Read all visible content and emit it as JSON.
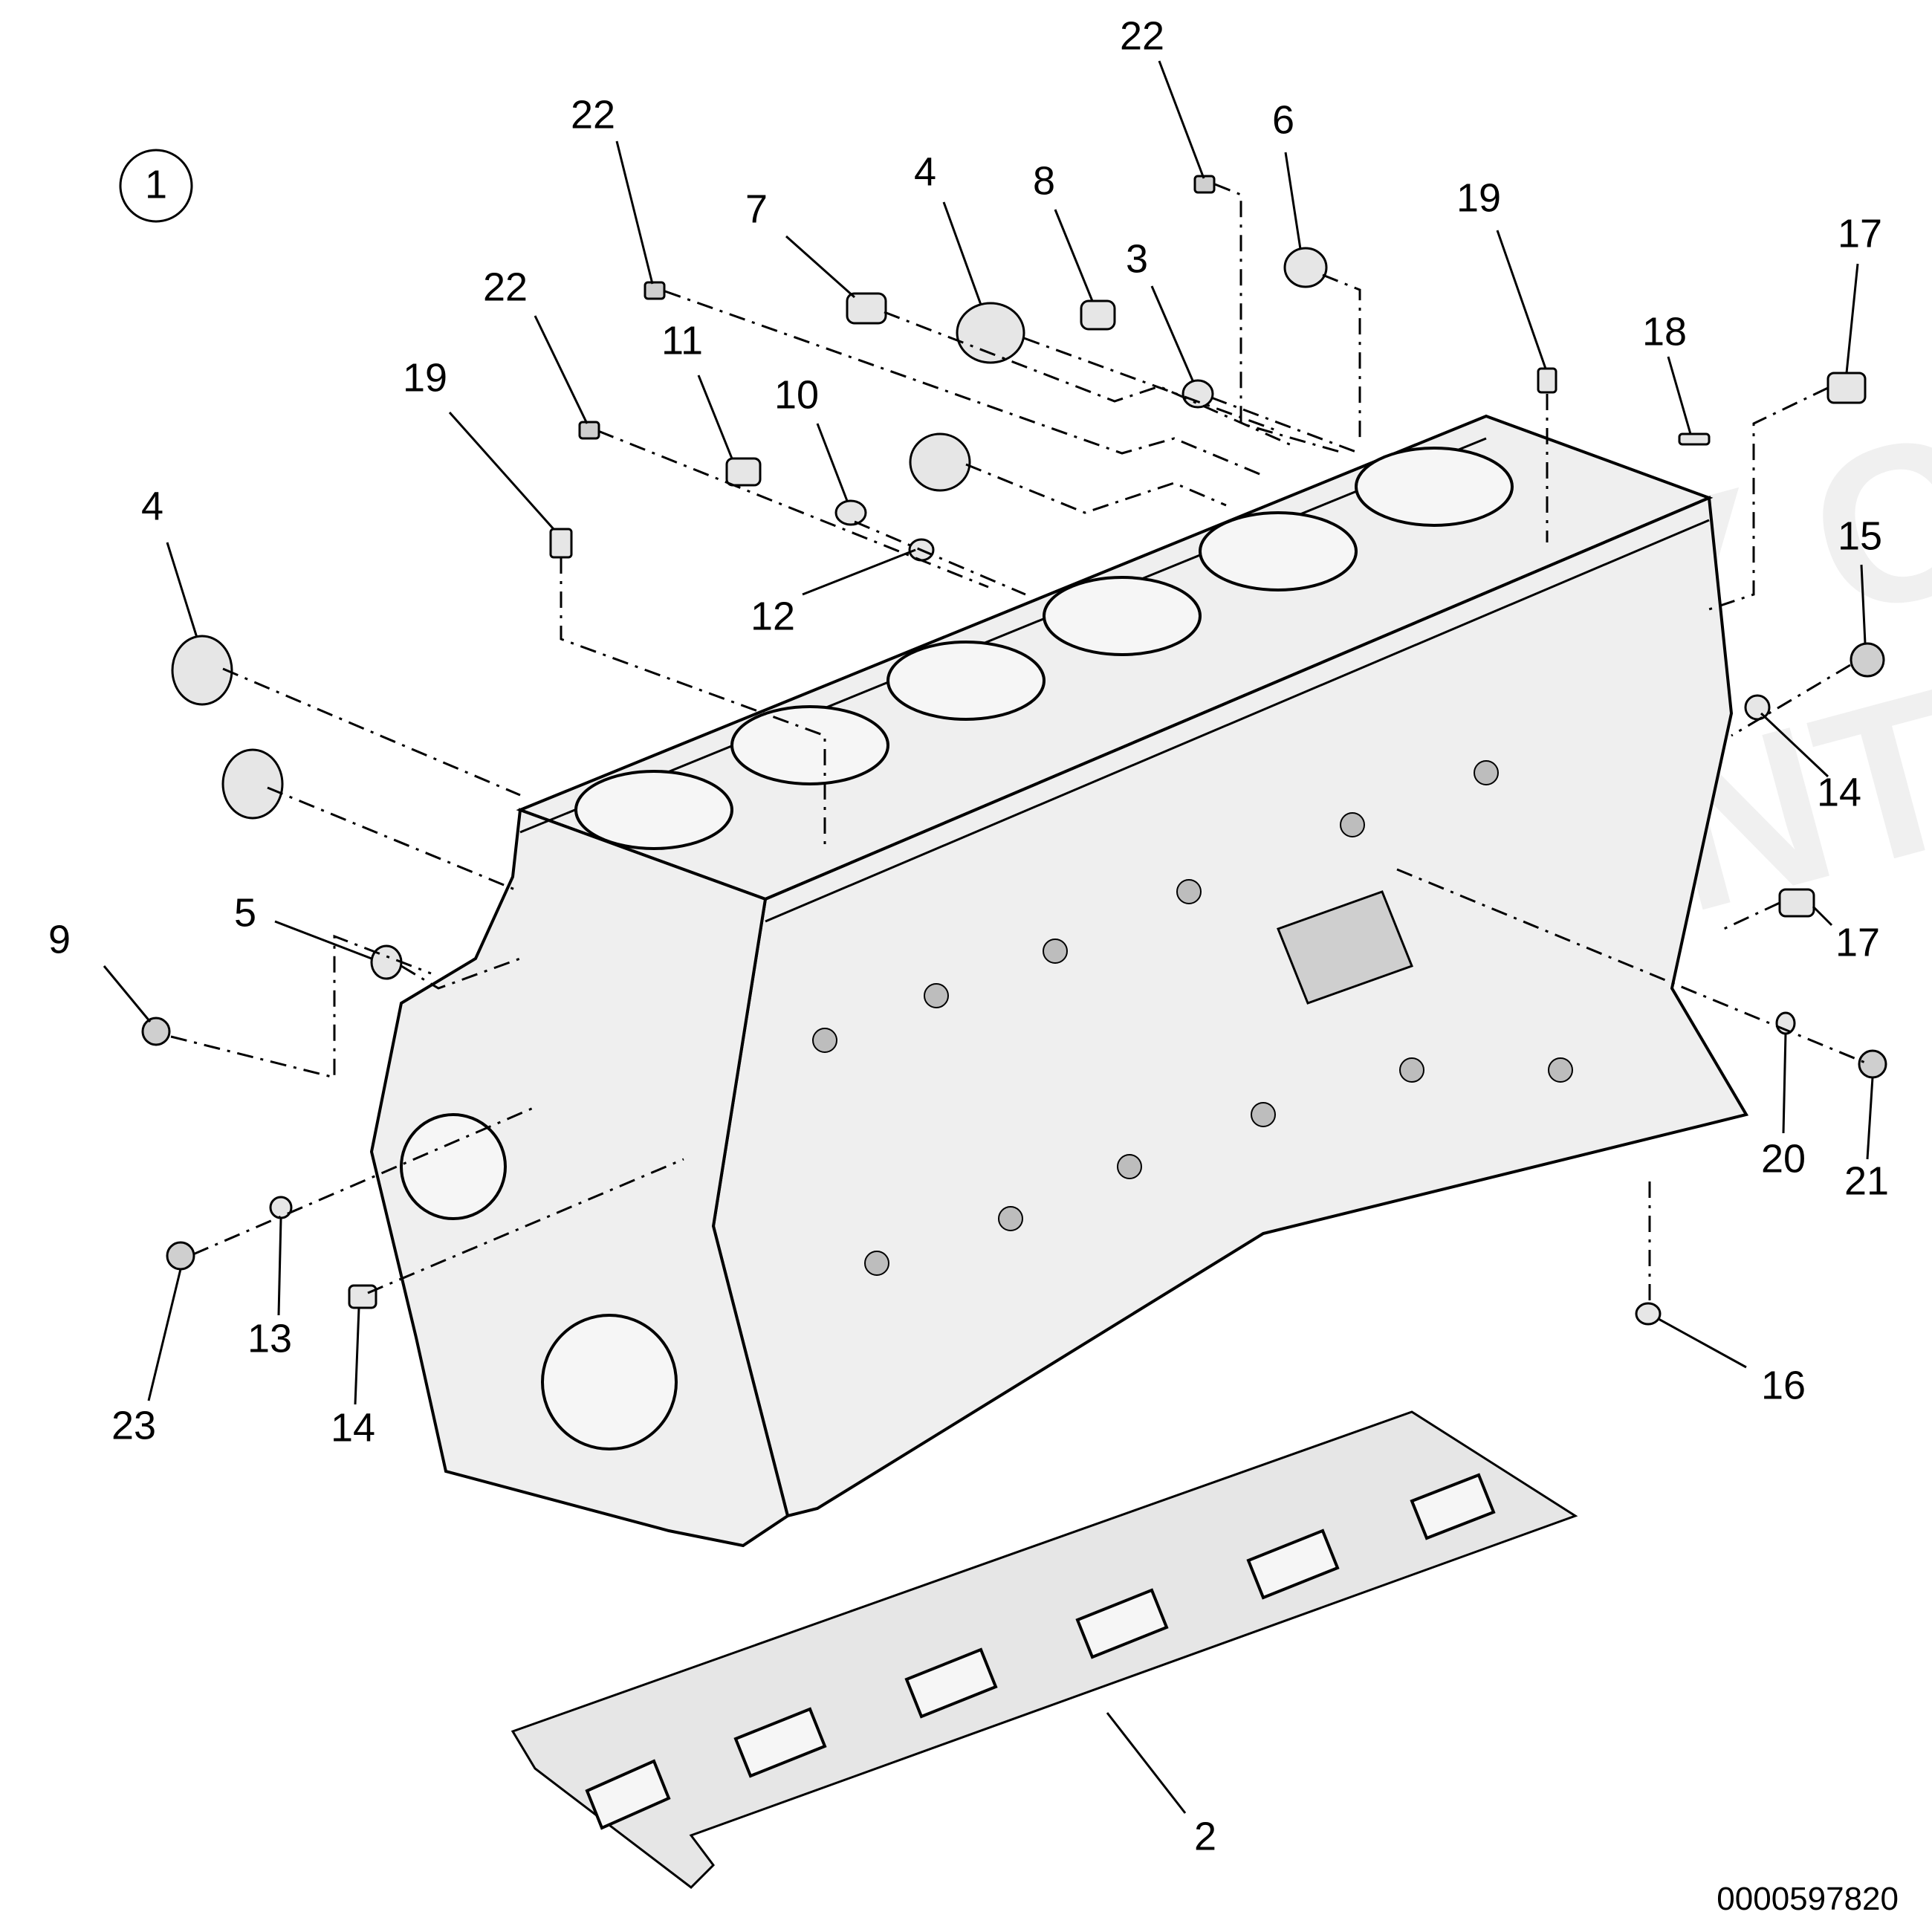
{
  "figure": {
    "view_number": "1",
    "document_id": "0000597820",
    "watermark": [
      "PROPERTY OF",
      "VOLVO PENTA"
    ]
  },
  "callouts": [
    "22",
    "22",
    "22",
    "6",
    "19",
    "4",
    "8",
    "7",
    "3",
    "17",
    "18",
    "11",
    "10",
    "22",
    "19",
    "12",
    "4",
    "15",
    "14",
    "5",
    "9",
    "17",
    "20",
    "21",
    "13",
    "23",
    "14",
    "16",
    "2"
  ]
}
